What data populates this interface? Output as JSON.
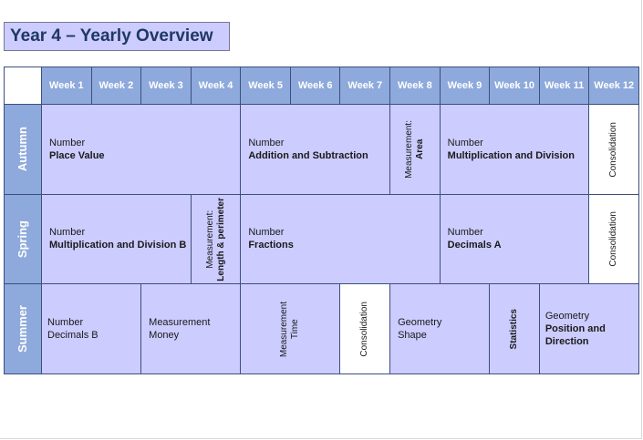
{
  "title": "Year 4 – Yearly Overview",
  "weeks": [
    "Week 1",
    "Week 2",
    "Week 3",
    "Week 4",
    "Week 5",
    "Week 6",
    "Week 7",
    "Week 8",
    "Week 9",
    "Week 10",
    "Week 11",
    "Week 12"
  ],
  "terms": {
    "autumn": {
      "label": "Autumn",
      "number_place_value": {
        "subject": "Number",
        "topic": "Place Value"
      },
      "addition_subtraction": {
        "subject": "Number",
        "topic": "Addition and Subtraction"
      },
      "area": {
        "subject": "Measurement:",
        "topic": "Area"
      },
      "mult_div": {
        "subject": "Number",
        "topic": "Multiplication and Division"
      },
      "consolidation": "Consolidation"
    },
    "spring": {
      "label": "Spring",
      "mult_div_b": {
        "subject": "Number",
        "topic": "Multiplication and Division B"
      },
      "length_perimeter": {
        "subject": "Measurement:",
        "topic": "Length & perimeter"
      },
      "fractions": {
        "subject": "Number",
        "topic": "Fractions"
      },
      "decimals_a": {
        "subject": "Number",
        "topic": "Decimals A"
      },
      "consolidation": "Consolidation"
    },
    "summer": {
      "label": "Summer",
      "decimals_b": {
        "subject": "Number",
        "topic": "Decimals B"
      },
      "money": {
        "subject": "Measurement",
        "topic": "Money"
      },
      "time": {
        "subject": "Measurement",
        "topic": "Time"
      },
      "consolidation": "Consolidation",
      "shape": {
        "subject": "Geometry",
        "topic": "Shape"
      },
      "statistics": "Statistics",
      "position_direction": {
        "subject": "Geometry",
        "topic": "Position and Direction"
      }
    }
  },
  "colors": {
    "header_blue": "#8ea9db",
    "unit_lavender": "#ccccff",
    "title_text": "#1f3864"
  }
}
